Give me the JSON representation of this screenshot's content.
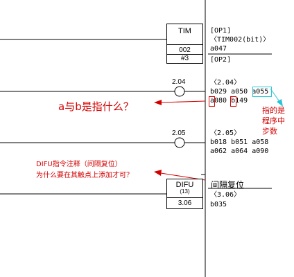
{
  "tim_block": {
    "name": "TIM",
    "operand1": "002",
    "operand2": "#3",
    "comment_op1": "[OP1]",
    "comment_tim": "〈TIM002(bit)〉",
    "addr": "a047",
    "comment_op2": "[OP2]"
  },
  "contact1": {
    "address": "2.04",
    "comment": "〈2.04〉",
    "row1": [
      "b029",
      "a050",
      "a055"
    ],
    "row2": [
      "a080",
      "b149"
    ]
  },
  "contact2": {
    "address": "2.05",
    "comment": "〈2.05〉",
    "row1": [
      "b018",
      "b051",
      "a058"
    ],
    "row2": [
      "a062",
      "a064",
      "a090"
    ]
  },
  "difu_block": {
    "name": "DIFU",
    "code": "(13)",
    "operand": "3.06",
    "comment_name": "间隔复位",
    "comment_addr": "〈3.06〉",
    "addr": "b035"
  },
  "annotations": {
    "question_ab": "a与b是指什么？",
    "pointer_note": "指的是程序中步数",
    "difu_question_line1": "DIFU指令注释（间隔复位）",
    "difu_question_line2": "为什么要在其触点上添加才可？"
  },
  "colors": {
    "annotation": "#d40000",
    "highlight": "#27c6d6"
  }
}
